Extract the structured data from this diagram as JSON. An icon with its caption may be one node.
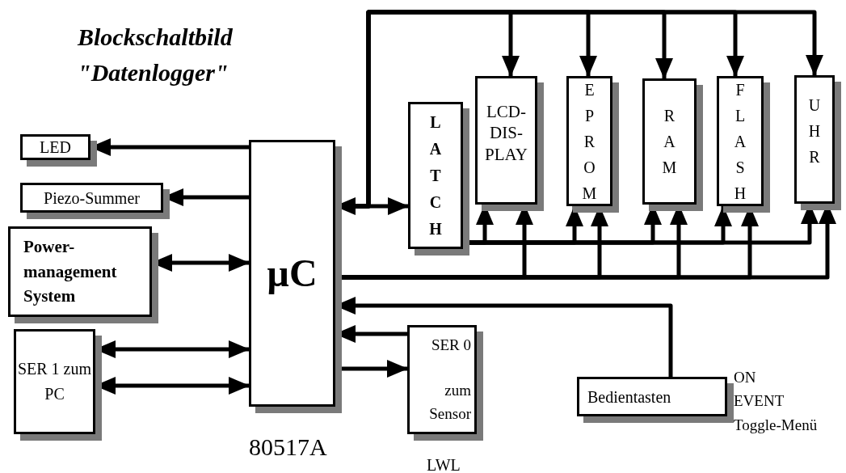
{
  "diagram": {
    "title": "Blockschaltbild \"Datenlogger\"",
    "nodes": [
      {
        "text": [
          "LED"
        ]
      },
      {
        "text": [
          "Piezo-Summer"
        ]
      },
      {
        "text": [
          "Power- management System"
        ]
      },
      {
        "text": [
          "SER 1 zum PC"
        ]
      },
      {
        "text": [
          "µC"
        ],
        "beside": [
          "80517A"
        ]
      },
      {
        "text": [
          "SER 0",
          "zum Sensor"
        ],
        "beside": [
          "LWL"
        ]
      },
      {
        "text": [
          "Bedientasten"
        ],
        "beside": [
          "ON",
          "EVENT",
          "Toggle-Menü"
        ]
      },
      {
        "text": [
          "LATCH"
        ]
      },
      {
        "text": [
          "LCD- DIS- PLAY"
        ]
      },
      {
        "text": [
          "EPROM"
        ]
      },
      {
        "text": [
          "RAM"
        ]
      },
      {
        "text": [
          "FLASH"
        ]
      },
      {
        "text": [
          "UHR"
        ]
      }
    ],
    "edges": [
      {
        "from": 4,
        "to": 0,
        "arrow": "to"
      },
      {
        "from": 4,
        "to": 1,
        "arrow": "to"
      },
      {
        "from": 2,
        "to": 4,
        "arrow": "both"
      },
      {
        "from": 3,
        "to": 4,
        "arrow": "both"
      },
      {
        "from": 3,
        "to": 4,
        "arrow": "both"
      },
      {
        "from": 4,
        "to": 7,
        "arrow": "both"
      },
      {
        "from": 4,
        "to": 8,
        "arrow": "to"
      },
      {
        "from": 4,
        "to": 9,
        "arrow": "to"
      },
      {
        "from": 4,
        "to": 10,
        "arrow": "to"
      },
      {
        "from": 4,
        "to": 11,
        "arrow": "to"
      },
      {
        "from": 4,
        "to": 12,
        "arrow": "to"
      },
      {
        "from": 7,
        "to": 8,
        "arrow": "to"
      },
      {
        "from": 7,
        "to": 9,
        "arrow": "to"
      },
      {
        "from": 7,
        "to": 10,
        "arrow": "to"
      },
      {
        "from": 7,
        "to": 11,
        "arrow": "to"
      },
      {
        "from": 7,
        "to": 12,
        "arrow": "to"
      },
      {
        "from": 4,
        "to": 8,
        "arrow": "to"
      },
      {
        "from": 4,
        "to": 9,
        "arrow": "to"
      },
      {
        "from": 4,
        "to": 10,
        "arrow": "to"
      },
      {
        "from": 4,
        "to": 11,
        "arrow": "to"
      },
      {
        "from": 4,
        "to": 12,
        "arrow": "to"
      },
      {
        "from": 6,
        "to": 4,
        "arrow": "to"
      },
      {
        "from": 5,
        "to": 4,
        "arrow": "to"
      },
      {
        "from": 4,
        "to": 5,
        "arrow": "to"
      }
    ]
  }
}
